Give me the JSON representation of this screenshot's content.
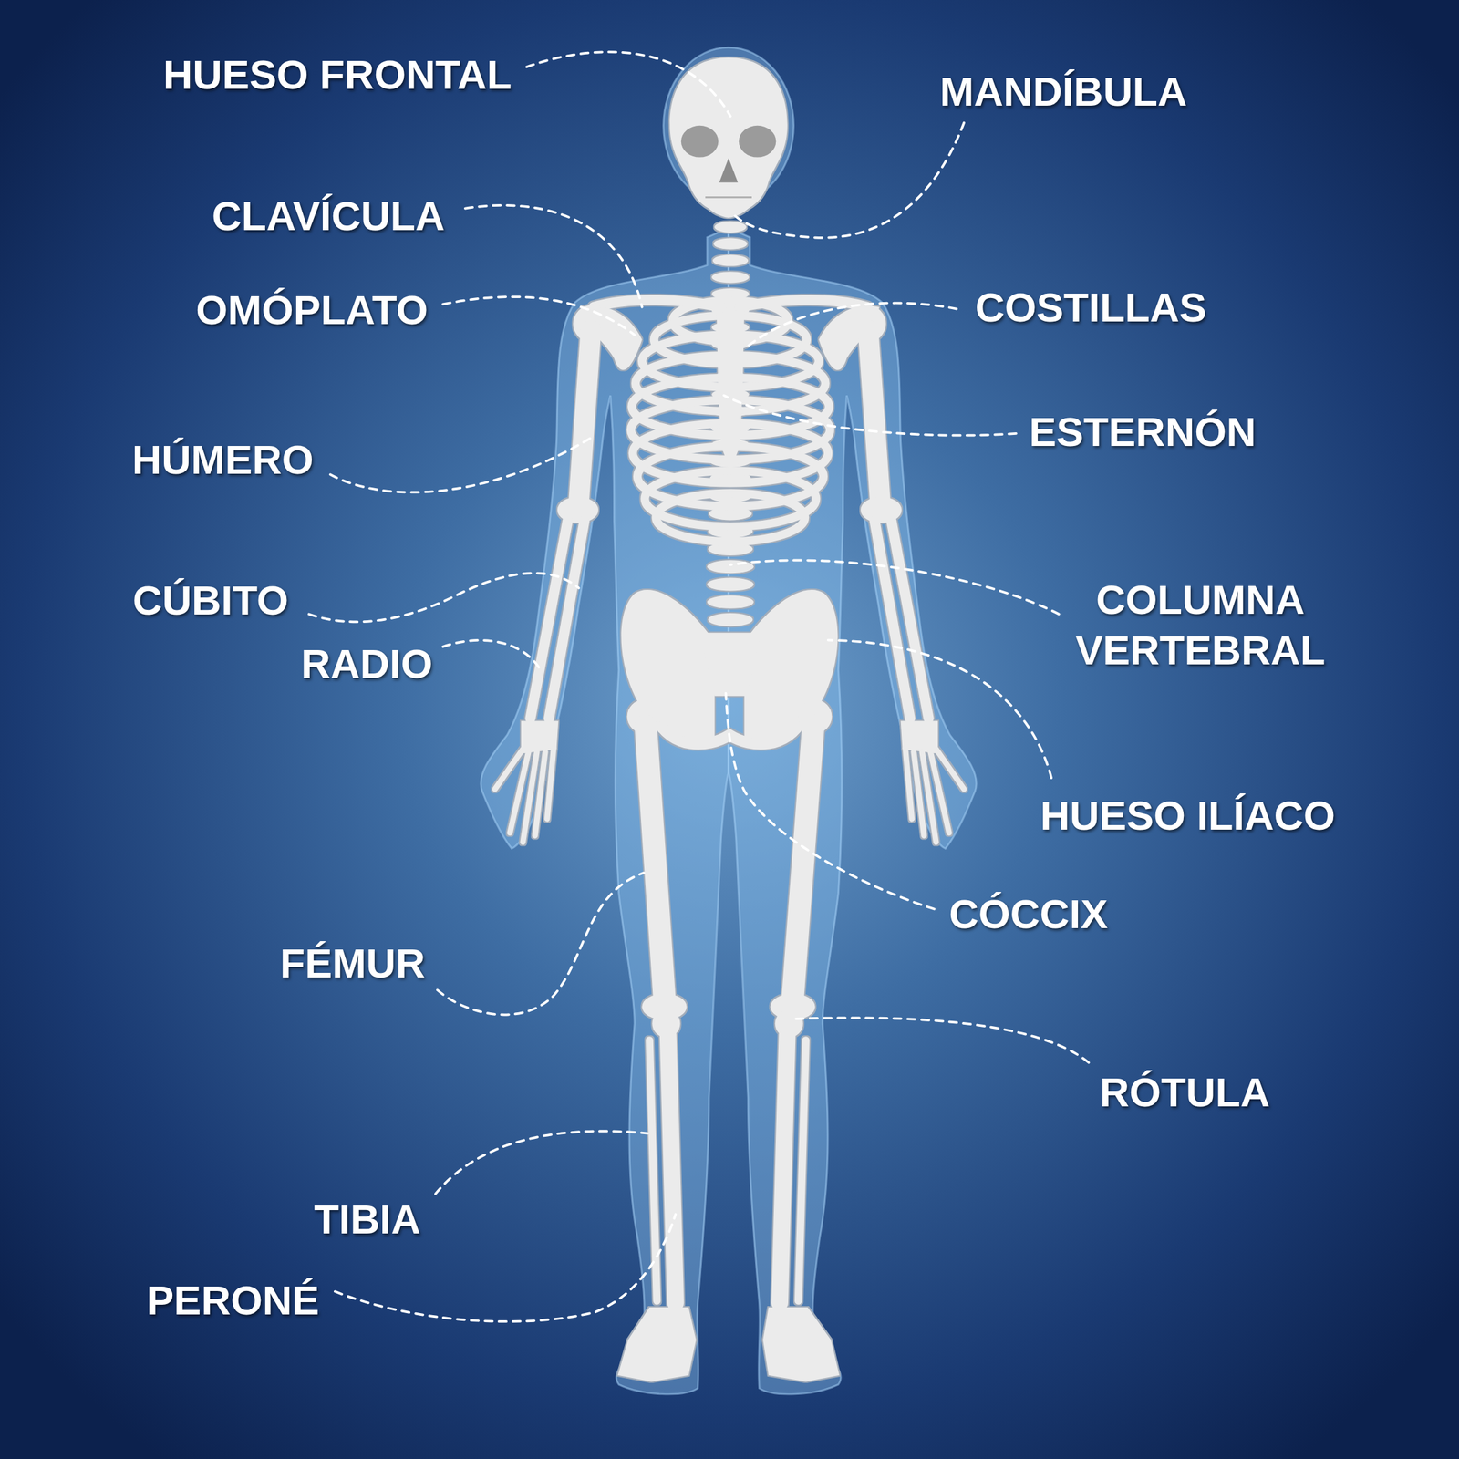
{
  "diagram": {
    "labels": [
      "HUESO FRONTAL",
      "MANDÍBULA",
      "CLAVÍCULA",
      "OMÓPLATO",
      "COSTILLAS",
      "ESTERNÓN",
      "HÚMERO",
      "CÚBITO",
      "COLUMNA VERTEBRAL",
      "RADIO",
      "HUESO ILÍACO",
      "CÓCCIX",
      "FÉMUR",
      "RÓTULA",
      "TIBIA",
      "PERONÉ"
    ]
  }
}
